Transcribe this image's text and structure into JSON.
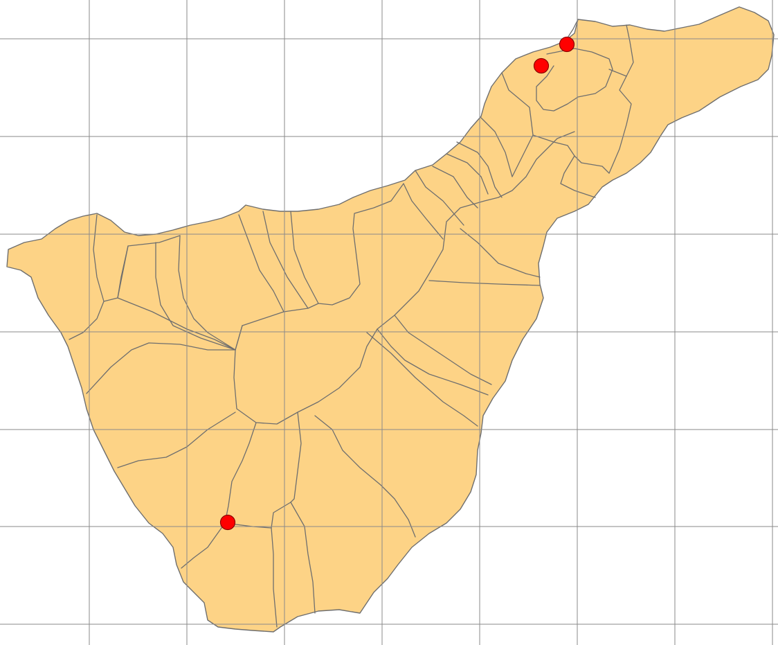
{
  "colors": {
    "background": "#ffffff",
    "land": "#fdd386",
    "boundary": "#6e6e6e",
    "grid": "#8a8a8a",
    "marker": "#ff0000"
  },
  "icons": {
    "location_marker": "red-circle-marker-icon"
  },
  "grid": {
    "visible": true
  },
  "markers": [
    {
      "id": "north-coast-a"
    },
    {
      "id": "north-coast-b"
    },
    {
      "id": "south-west"
    }
  ]
}
